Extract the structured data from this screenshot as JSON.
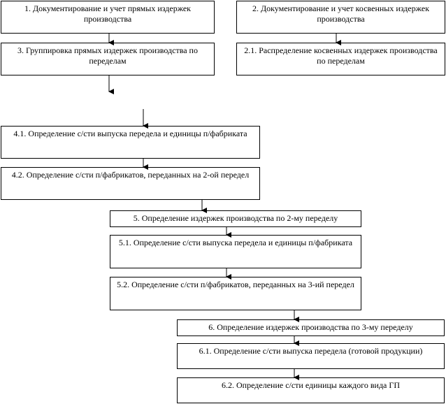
{
  "diagram": {
    "boxes": {
      "b1": "1. Документирование и учет прямых издержек производства",
      "b2": "2. Документирование и учет косвенных издержек производства",
      "b3": "3. Группировка прямых издержек производства по переделам",
      "b21": "2.1. Распределение косвенных издержек производства по переделам",
      "b41": "4.1. Определение с/сти выпуска передела и единицы п/фабриката",
      "b42": "4.2. Определение с/сти п/фабрикатов, переданных на 2-ой передел",
      "b5": "5. Определение издержек производства по 2-му переделу",
      "b51": "5.1. Определение с/сти выпуска передела и единицы п/фабриката",
      "b52": "5.2. Определение с/сти п/фабрикатов, переданных на 3-ий передел",
      "b6": "6. Определение издержек производства по 3-му переделу",
      "b61": "6.1. Определение с/сти выпуска передела (готовой продукции)",
      "b62": "6.2. Определение с/сти  единицы каждого вида ГП"
    }
  }
}
